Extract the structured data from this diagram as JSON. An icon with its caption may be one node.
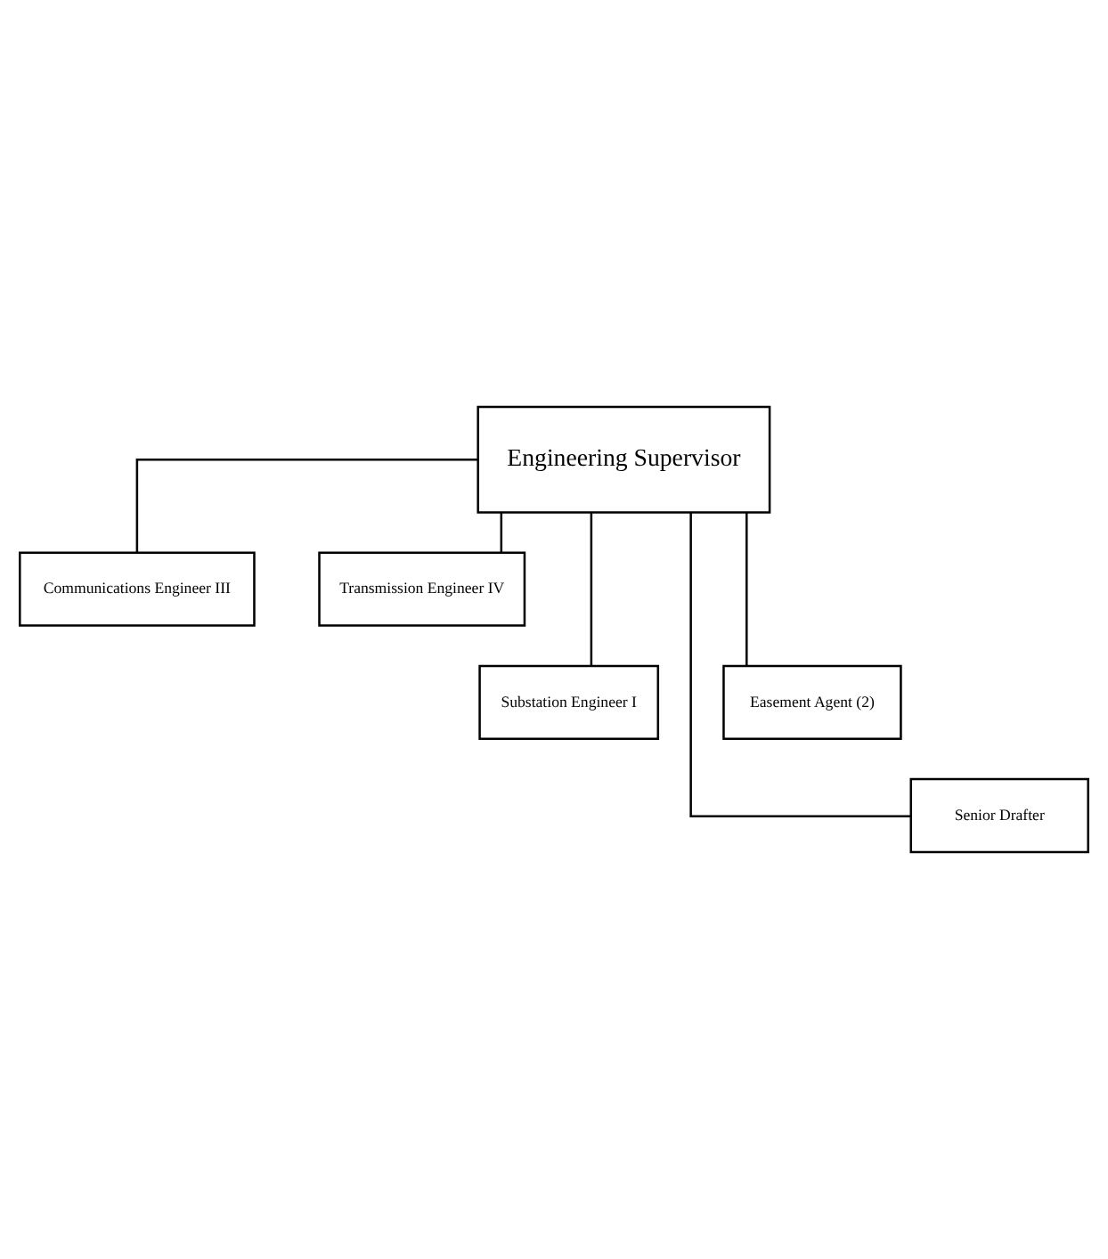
{
  "diagram": {
    "nodes": [
      {
        "text": [
          "Engineering Supervisor"
        ]
      },
      {
        "text": [
          "Communications Engineer III"
        ]
      },
      {
        "text": [
          "Transmission Engineer IV"
        ]
      },
      {
        "text": [
          "Substation Engineer I"
        ]
      },
      {
        "text": [
          "Easement Agent (2)"
        ]
      },
      {
        "text": [
          "Senior Drafter"
        ]
      }
    ],
    "edges": [
      {
        "from": 0,
        "to": 1,
        "arrow": "none"
      },
      {
        "from": 0,
        "to": 2,
        "arrow": "none"
      },
      {
        "from": 0,
        "to": 3,
        "arrow": "none"
      },
      {
        "from": 0,
        "to": 4,
        "arrow": "none"
      },
      {
        "from": 0,
        "to": 5,
        "arrow": "none"
      }
    ]
  }
}
